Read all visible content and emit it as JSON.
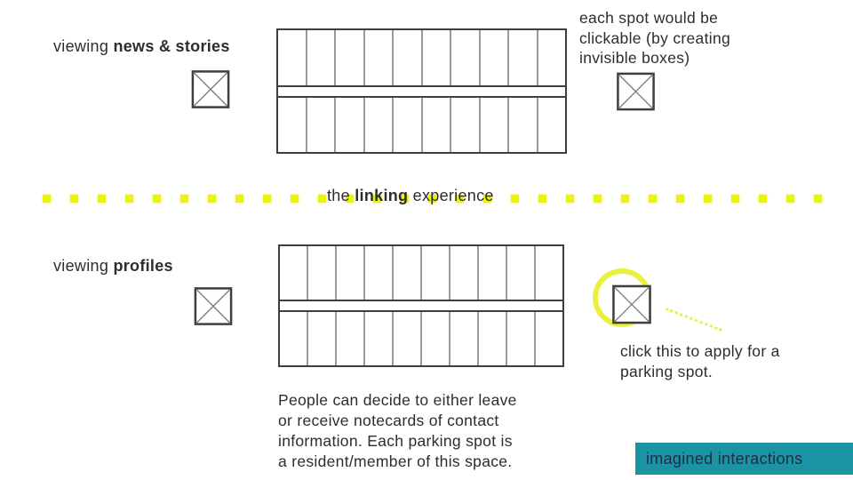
{
  "slide": {
    "top_section": {
      "label": {
        "prefix": "viewing ",
        "bold": "news & stories"
      },
      "note_lines": [
        "each spot would be",
        "clickable (by creating",
        "invisible boxes)"
      ]
    },
    "divider": {
      "label": {
        "prefix": "the ",
        "bold": "linking",
        "suffix": " experience"
      },
      "dot_count": 29
    },
    "bottom_section": {
      "label": {
        "prefix": "viewing ",
        "bold": "profiles"
      },
      "callout_lines": [
        "click this to apply for a",
        "parking spot."
      ],
      "paragraph_lines": [
        "People can decide to either leave",
        "or receive notecards of contact",
        "information. Each parking spot is",
        "a resident/member of this space."
      ]
    },
    "footer": {
      "tag": "imagined interactions"
    }
  },
  "diagram": {
    "rows": 2,
    "spots_per_row": 10
  },
  "colors": {
    "yellow": "#eaf50f",
    "circle_yellow": "#e8f23c",
    "teal": "#1a94a3",
    "ink": "#2d2d2d",
    "navy": "#1e2c46",
    "lot_border": "#3e3e3e",
    "lot_divider": "#9a9a9a"
  }
}
